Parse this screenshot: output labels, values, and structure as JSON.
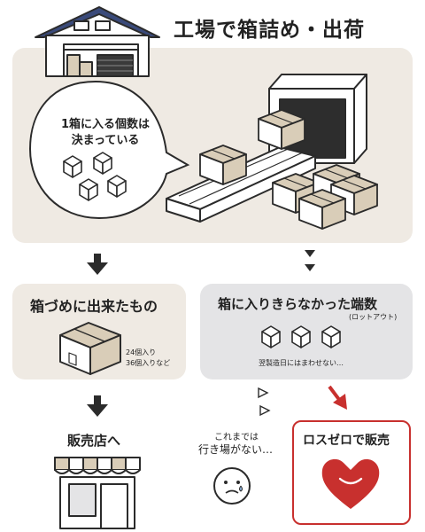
{
  "title": "工場で箱詰め・出荷",
  "bubble": {
    "line1": "1箱に入る個数は",
    "line2": "決まっている"
  },
  "left_panel": {
    "heading": "箱づめに出来たもの",
    "count1": "24個入り",
    "count2": "36個入りなど"
  },
  "right_panel": {
    "heading": "箱に入りきらなかった端数",
    "sub": "(ロットアウト)",
    "note": "翌製造日にはまわせない…"
  },
  "bottom": {
    "store_label": "販売店へ",
    "nowhere_line1": "これまでは",
    "nowhere_line2": "行き場がない…",
    "loss_zero": "ロスゼロで販売"
  },
  "colors": {
    "panel_beige": "#efeae3",
    "panel_gray": "#e4e4e6",
    "box_tan": "#d9cdb8",
    "accent_red": "#c8302e",
    "line": "#2b2b2b",
    "house_blue": "#3a4a7a"
  }
}
